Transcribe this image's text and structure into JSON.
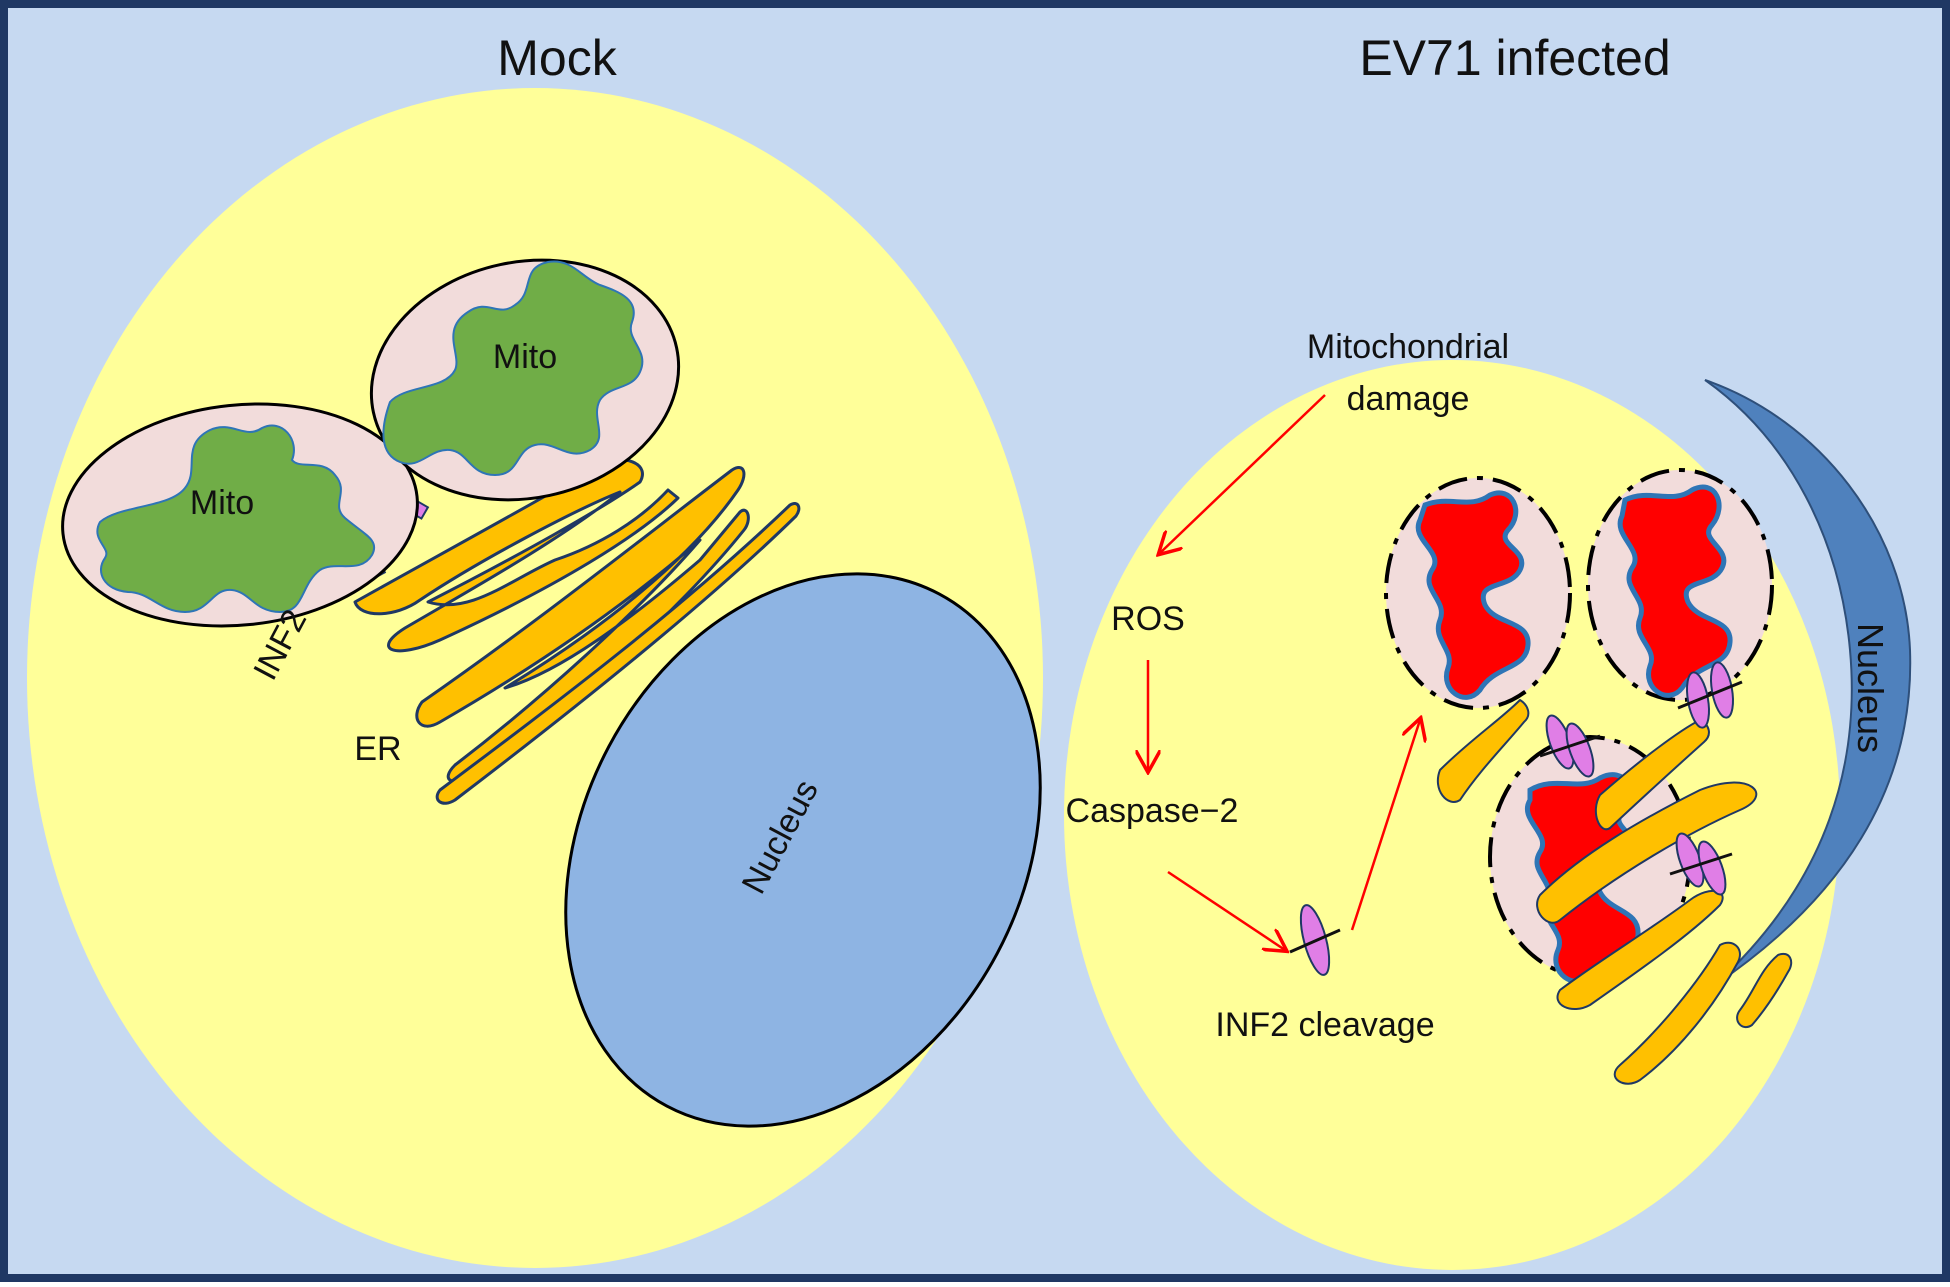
{
  "panels": {
    "mock": {
      "title": "Mock",
      "labels": {
        "mito_1": "Mito",
        "mito_2": "Mito",
        "inf2": "INF2",
        "er": "ER",
        "nucleus": "Nucleus"
      }
    },
    "infected": {
      "title": "EV71 infected",
      "labels": {
        "mito_damage_line1": "Mitochondrial",
        "mito_damage_line2": "damage",
        "ros": "ROS",
        "caspase": "Caspase−2",
        "inf2_cleavage": "INF2  cleavage",
        "nucleus": "Nucleus"
      }
    }
  },
  "colors": {
    "background": "#c6d9f1",
    "frame": "#1f3864",
    "cell": "#ffff99",
    "nucleus_mock": "#8eb4e3",
    "nucleus_infected": "#4f81bd",
    "mito_outer": "#f2dcdb",
    "cristae_healthy": "#70ad47",
    "cristae_damaged": "#ff0000",
    "er": "#ffc000",
    "inf2": "#e07ee6",
    "arrow": "#ff0000"
  }
}
